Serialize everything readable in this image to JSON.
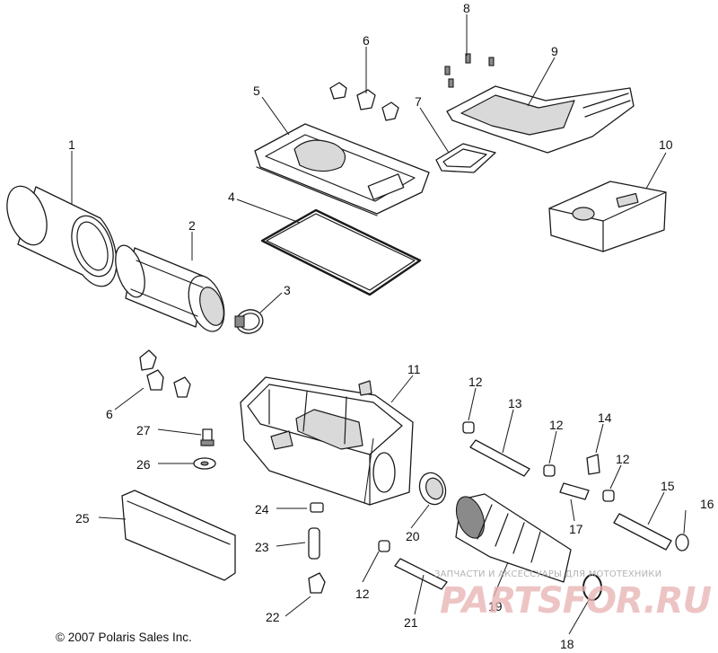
{
  "callouts": {
    "c1": "1",
    "c2": "2",
    "c3": "3",
    "c4": "4",
    "c5": "5",
    "c6a": "6",
    "c6b": "6",
    "c7": "7",
    "c8": "8",
    "c9": "9",
    "c10": "10",
    "c11": "11",
    "c12a": "12",
    "c12b": "12",
    "c12c": "12",
    "c12d": "12",
    "c13": "13",
    "c14": "14",
    "c15": "15",
    "c16": "16",
    "c17": "17",
    "c18": "18",
    "c19": "19",
    "c20": "20",
    "c21": "21",
    "c22": "22",
    "c23": "23",
    "c24": "24",
    "c25": "25",
    "c26": "26",
    "c27": "27"
  },
  "copyright": "© 2007 Polaris Sales Inc.",
  "watermark": {
    "tagline": "ЗАПЧАСТИ И АКСЕССУАРЫ ДЛЯ МОТОТЕХНИКИ",
    "brand": "PARTSFOR.RU"
  }
}
